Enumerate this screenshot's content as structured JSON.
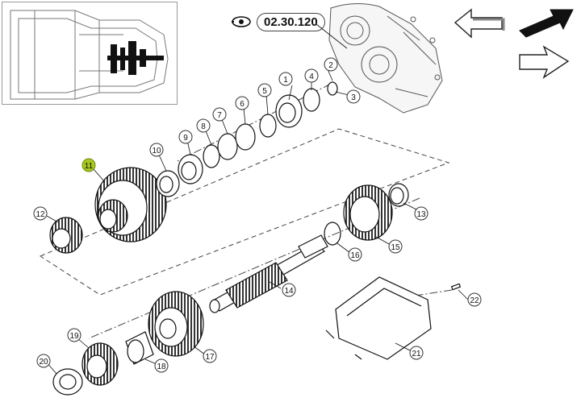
{
  "reference": {
    "code": "02.30.120",
    "icon": "eye-icon"
  },
  "navigation": {
    "previous_icon": "arrow-left-icon",
    "next_icon": "arrow-right-icon",
    "zoom_icon": "arrow-down-right-icon"
  },
  "callouts": [
    {
      "id": "1",
      "label": "1"
    },
    {
      "id": "2",
      "label": "2"
    },
    {
      "id": "3",
      "label": "3"
    },
    {
      "id": "4",
      "label": "4"
    },
    {
      "id": "5",
      "label": "5"
    },
    {
      "id": "6",
      "label": "6"
    },
    {
      "id": "7",
      "label": "7"
    },
    {
      "id": "8",
      "label": "8"
    },
    {
      "id": "9",
      "label": "9"
    },
    {
      "id": "10",
      "label": "10"
    },
    {
      "id": "11",
      "label": "11",
      "highlighted": true
    },
    {
      "id": "12",
      "label": "12"
    },
    {
      "id": "13",
      "label": "13"
    },
    {
      "id": "14",
      "label": "14"
    },
    {
      "id": "15",
      "label": "15"
    },
    {
      "id": "16",
      "label": "16"
    },
    {
      "id": "17",
      "label": "17"
    },
    {
      "id": "18",
      "label": "18"
    },
    {
      "id": "19",
      "label": "19"
    },
    {
      "id": "20",
      "label": "20"
    },
    {
      "id": "21",
      "label": "21"
    },
    {
      "id": "22",
      "label": "22"
    }
  ],
  "colors": {
    "line": "#1a1a1a",
    "highlight": "#a8c81e",
    "hatch": "#999999"
  }
}
